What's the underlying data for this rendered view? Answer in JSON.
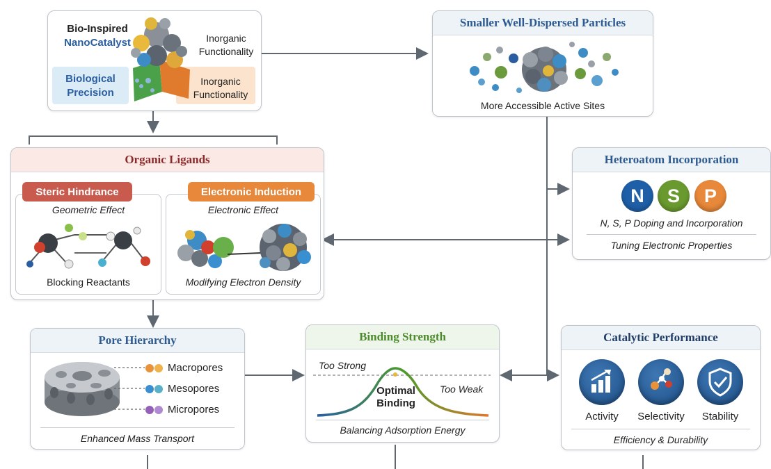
{
  "nanocatalyst": {
    "title_line1": "Bio-Inspired",
    "title_line2": "NanoCatalyst",
    "top_right_label_line1": "Inorganic",
    "top_right_label_line2": "Functionality",
    "bio_label_line1": "Biological",
    "bio_label_line2": "Precision",
    "inorg_label_line1": "Inorganic",
    "inorg_label_line2": "Functionality"
  },
  "particles": {
    "title": "Smaller Well-Dispersed Particles",
    "caption": "More Accessible Active Sites"
  },
  "ligands": {
    "title": "Organic Ligands",
    "steric_pill": "Steric Hindrance",
    "electronic_pill": "Electronic Induction",
    "geometric_title": "Geometric Effect",
    "geometric_caption": "Blocking Reactants",
    "electronic_title": "Electronic Effect",
    "electronic_caption": "Modifying Electron Density"
  },
  "heteroatom": {
    "title": "Heteroatom Incorporation",
    "atoms": [
      "N",
      "S",
      "P"
    ],
    "atom_colors": [
      "#1f5fa8",
      "#6a9a2f",
      "#e8883a"
    ],
    "line1": "N, S, P Doping and Incorporation",
    "line2": "Tuning Electronic Properties"
  },
  "pores": {
    "title": "Pore Hierarchy",
    "items": [
      "Macropores",
      "Mesopores",
      "Micropores"
    ],
    "item_colors": [
      "#e8923a",
      "#3a8fd0",
      "#9560b8"
    ],
    "caption": "Enhanced Mass Transport"
  },
  "binding": {
    "title": "Binding Strength",
    "too_strong": "Too Strong",
    "optimal_line1": "Optimal",
    "optimal_line2": "Binding",
    "too_weak": "Too Weak",
    "caption": "Balancing Adsorption Energy"
  },
  "performance": {
    "title": "Catalytic Performance",
    "metrics": [
      "Activity",
      "Selectivity",
      "Stability"
    ],
    "caption": "Efficiency & Durability"
  },
  "colors": {
    "title_blue": "#2d5a8f",
    "title_red": "#8b2a2a",
    "title_green": "#4c8a2c",
    "arrow": "#5f6770"
  },
  "icons": [
    "nanocatalyst-illustration",
    "nanoparticles-illustration",
    "ligand-molecule-icon",
    "cluster-icon",
    "porous-material-icon",
    "bar-chart-icon",
    "molecule-icon",
    "shield-check-icon"
  ]
}
